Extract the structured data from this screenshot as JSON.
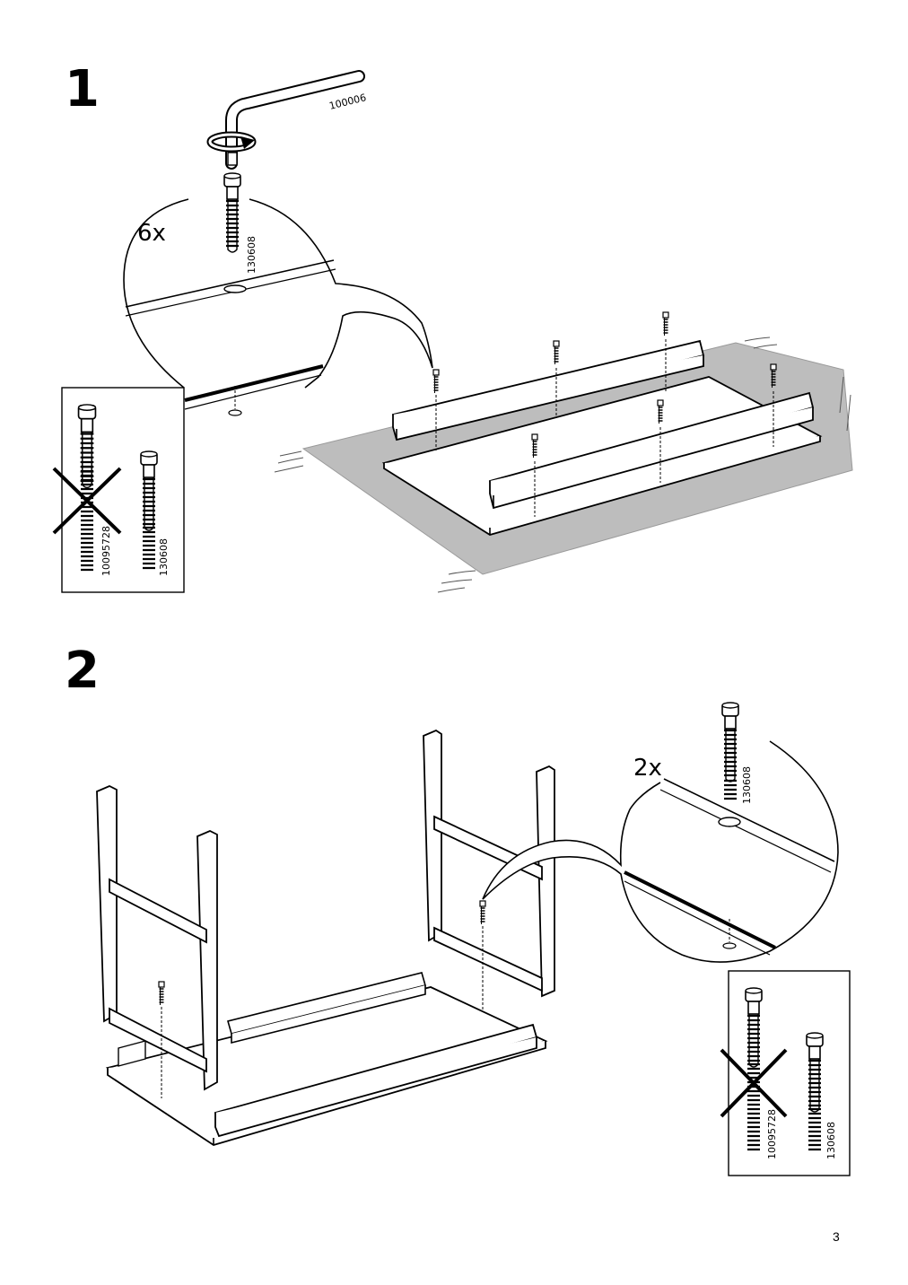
{
  "page": {
    "number": "3"
  },
  "steps": [
    {
      "number": "1",
      "quantity": "6x",
      "tool_part": "100006",
      "screw_part": "130608",
      "wrong_part": "10095728",
      "right_part": "130608"
    },
    {
      "number": "2",
      "quantity": "2x",
      "screw_part": "130608",
      "wrong_part": "10095728",
      "right_part": "130608"
    }
  ]
}
